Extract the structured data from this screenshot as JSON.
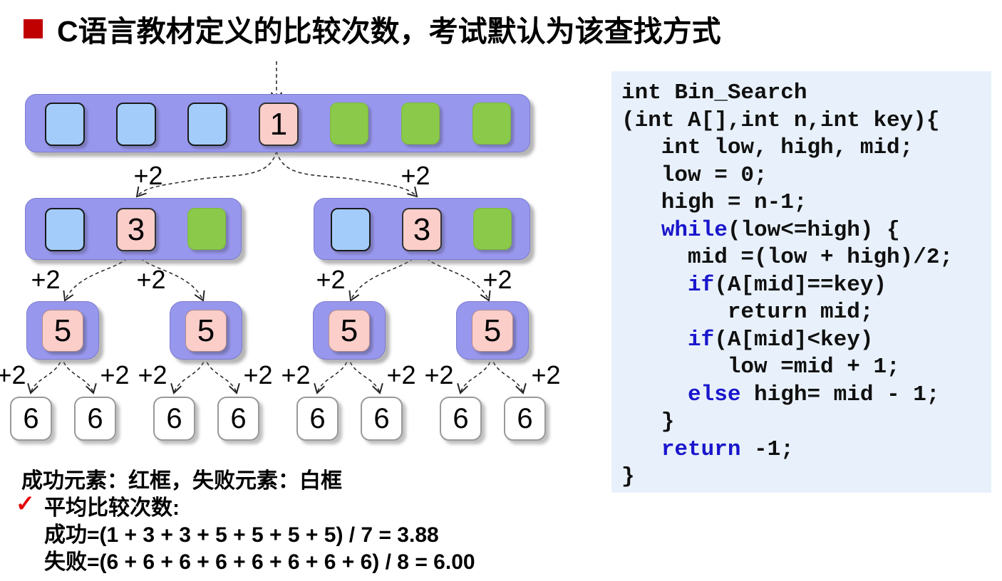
{
  "title": {
    "text": "C语言教材定义的比较次数，考试默认为该查找方式"
  },
  "colors": {
    "purple": "#9897EE",
    "purple_border": "#7B7AD0",
    "blue": "#A3CCFA",
    "green": "#8BC94A",
    "pink": "#FBCECA",
    "code_bg": "#E8F1FB",
    "keyword": "#1A16CC",
    "bullet_red": "#C00000",
    "check_red": "#E60000"
  },
  "diagram": {
    "plus2_label": "+2",
    "root": "1",
    "level1": [
      "3",
      "3"
    ],
    "level2": [
      "5",
      "5",
      "5",
      "5"
    ],
    "level3": [
      "6",
      "6",
      "6",
      "6",
      "6",
      "6",
      "6",
      "6"
    ]
  },
  "code": {
    "lines": [
      {
        "segments": [
          {
            "t": "int Bin_Search"
          }
        ]
      },
      {
        "segments": [
          {
            "t": "(int A[],int n,int key){"
          }
        ]
      },
      {
        "segments": [
          {
            "t": "   int low, high, mid;"
          }
        ]
      },
      {
        "segments": [
          {
            "t": "   low = 0;"
          }
        ]
      },
      {
        "segments": [
          {
            "t": "   high = n-1;"
          }
        ]
      },
      {
        "segments": [
          {
            "t": "   "
          },
          {
            "t": "while",
            "kw": true
          },
          {
            "t": "(low<=high) {"
          }
        ]
      },
      {
        "segments": [
          {
            "t": "     mid =(low + high)/2;"
          }
        ]
      },
      {
        "segments": [
          {
            "t": "     "
          },
          {
            "t": "if",
            "kw": true
          },
          {
            "t": "(A[mid]==key)"
          }
        ]
      },
      {
        "segments": [
          {
            "t": "        return mid;"
          }
        ]
      },
      {
        "segments": [
          {
            "t": "     "
          },
          {
            "t": "if",
            "kw": true
          },
          {
            "t": "(A[mid]<key)"
          }
        ]
      },
      {
        "segments": [
          {
            "t": "        low =mid + 1;"
          }
        ]
      },
      {
        "segments": [
          {
            "t": "     "
          },
          {
            "t": "else",
            "kw": true
          },
          {
            "t": " high= mid - 1;"
          }
        ]
      },
      {
        "segments": [
          {
            "t": "   }"
          }
        ]
      },
      {
        "segments": [
          {
            "t": "   "
          },
          {
            "t": "return",
            "kw": true
          },
          {
            "t": " -1;"
          }
        ]
      },
      {
        "segments": [
          {
            "t": "}"
          }
        ]
      }
    ]
  },
  "footer": {
    "legend": "成功元素：红框，失败元素：白框",
    "check": "✓",
    "avg_title": "平均比较次数:",
    "success_line": "成功=(1 + 3 + 3 + 5 + 5 + 5 + 5) / 7 = 3.88",
    "fail_line": "失败=(6 + 6 + 6 + 6 + 6 + 6 + 6 + 6) / 8 = 6.00"
  }
}
